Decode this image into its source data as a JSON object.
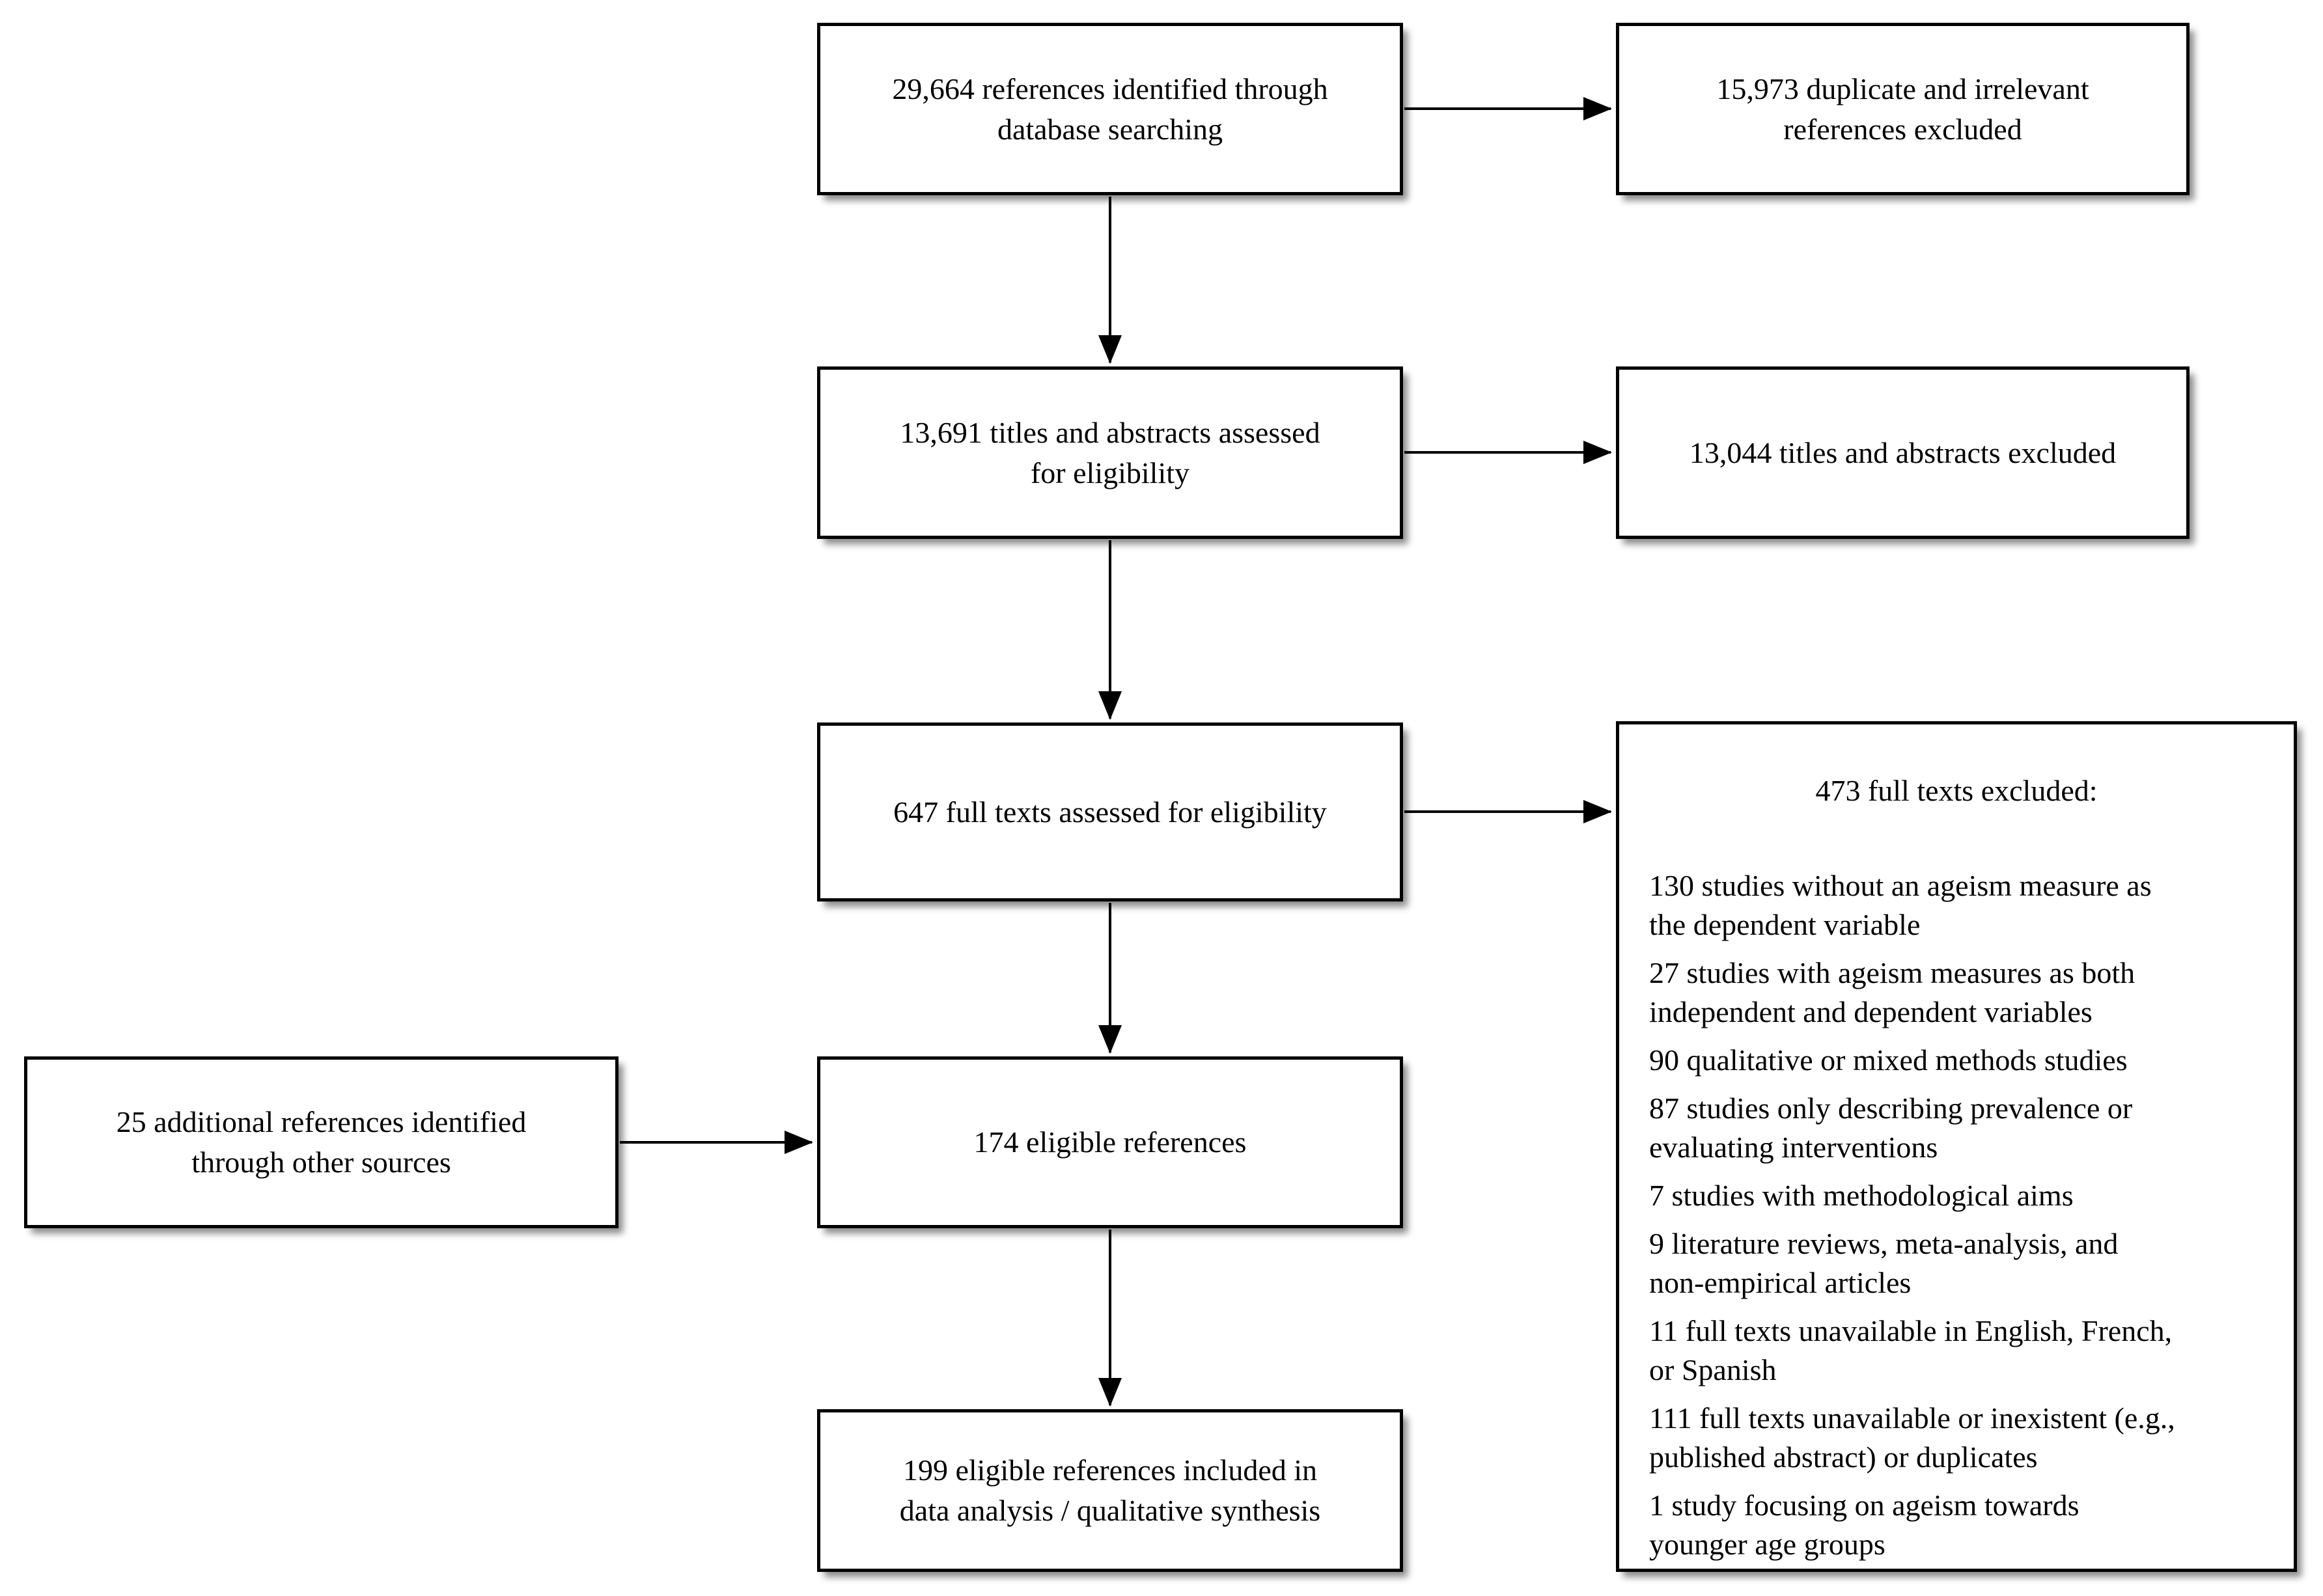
{
  "palette": {
    "background": "#ffffff",
    "box_fill": "#ffffff",
    "box_border": "#000000",
    "arrow_color": "#000000",
    "text_color": "#000000"
  },
  "boxes": {
    "identified": "29,664 references identified through\ndatabase searching",
    "duplicates_excluded": "15,973 duplicate and irrelevant\nreferences excluded",
    "titles_assessed": "13,691 titles and abstracts assessed\nfor eligibility",
    "titles_excluded": "13,044 titles and abstracts excluded",
    "fulltext_assessed": "647 full texts assessed for eligibility",
    "additional_sources": "25 additional references identified\nthrough other sources",
    "eligible": "174 eligible references",
    "included": "199 eligible references included in\ndata analysis / qualitative synthesis"
  },
  "exclusions": {
    "title": "473 full texts excluded:",
    "items": [
      "130 studies without an ageism measure as\nthe dependent variable",
      "27 studies with ageism measures as both\nindependent and dependent variables",
      "90 qualitative or mixed methods studies",
      "87 studies only describing prevalence or\nevaluating interventions",
      "7 studies with methodological aims",
      "9 literature reviews, meta-analysis, and\nnon-empirical articles",
      "11 full texts unavailable in English, French,\nor Spanish",
      "111 full texts unavailable or inexistent (e.g.,\npublished abstract) or duplicates",
      "1 study focusing on ageism towards\nyounger age groups"
    ]
  }
}
